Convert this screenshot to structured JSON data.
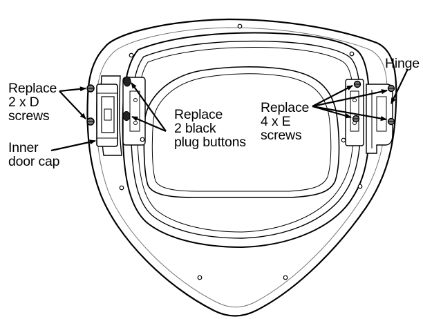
{
  "labels": {
    "d_screws": [
      "Replace",
      "2 x D",
      "screws"
    ],
    "inner_cap": [
      "Inner",
      "door cap"
    ],
    "plug_buttons": [
      "Replace",
      "2 black",
      "plug buttons"
    ],
    "e_screws": [
      "Replace",
      "4 x E",
      "screws"
    ],
    "hinge": [
      "Hinge"
    ]
  },
  "colors": {
    "line": "#000000",
    "background": "#ffffff",
    "glass": "#ffffff"
  },
  "icons": {
    "screw": "screw-icon",
    "plug": "plug-button-icon"
  }
}
